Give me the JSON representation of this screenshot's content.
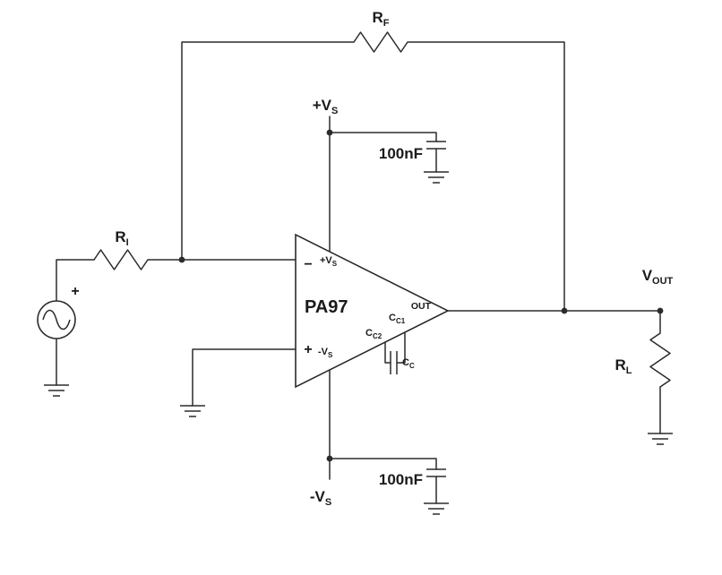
{
  "labels": {
    "rf": {
      "main": "R",
      "sub": "F"
    },
    "ri": {
      "main": "R",
      "sub": "I"
    },
    "rl": {
      "main": "R",
      "sub": "L"
    },
    "vout": {
      "main": "V",
      "sub": "OUT"
    },
    "vs_top": {
      "main": "+V",
      "sub": "S"
    },
    "vs_bottom": {
      "main": "-V",
      "sub": "S"
    },
    "cap_top": "100nF",
    "cap_bottom": "100nF",
    "source_polarity": "+",
    "opamp": {
      "name": "PA97",
      "inverting_sign": "−",
      "noninverting_sign": "+",
      "vs_pos": {
        "main": "+V",
        "sub": "S"
      },
      "vs_neg": {
        "main": "-V",
        "sub": "S"
      },
      "out": "OUT",
      "cc1": {
        "main": "C",
        "sub": "C1"
      },
      "cc2": {
        "main": "C",
        "sub": "C2"
      },
      "cc": {
        "main": "C",
        "sub": "C"
      }
    }
  }
}
